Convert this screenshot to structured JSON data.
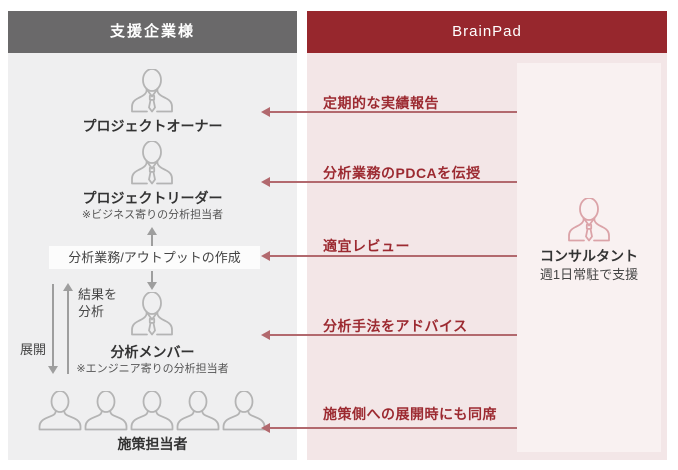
{
  "left": {
    "header": "支援企業様",
    "roles": {
      "owner": {
        "label": "プロジェクトオーナー"
      },
      "leader": {
        "label": "プロジェクトリーダー",
        "note": "※ビジネス寄りの分析担当者"
      },
      "member": {
        "label": "分析メンバー",
        "note": "※エンジニア寄りの分析担当者"
      },
      "staff": {
        "label": "施策担当者"
      }
    },
    "task_box": "分析業務/アウトプットの作成",
    "flow": {
      "deploy": "展開",
      "analyze_results": "結果を\n分析"
    }
  },
  "right": {
    "header": "BrainPad",
    "arrows": [
      {
        "label": "定期的な実績報告"
      },
      {
        "label": "分析業務のPDCAを伝授"
      },
      {
        "label": "適宜レビュー"
      },
      {
        "label": "分析手法をアドバイス"
      },
      {
        "label": "施策側への展開時にも同席"
      }
    ],
    "consultant": {
      "label": "コンサルタント",
      "note": "週1日常駐で支援"
    }
  },
  "colors": {
    "brand_red": "#97272d",
    "label_red": "#9c2a31",
    "arrow_red": "#b2696e",
    "header_gray": "#6a696a",
    "left_bg": "#efeff0",
    "right_bg": "#f3e6e7",
    "inner_panel_bg": "#f9f1f1",
    "icon_gray": "#b4b4b4",
    "icon_pink": "#dba3a8"
  }
}
